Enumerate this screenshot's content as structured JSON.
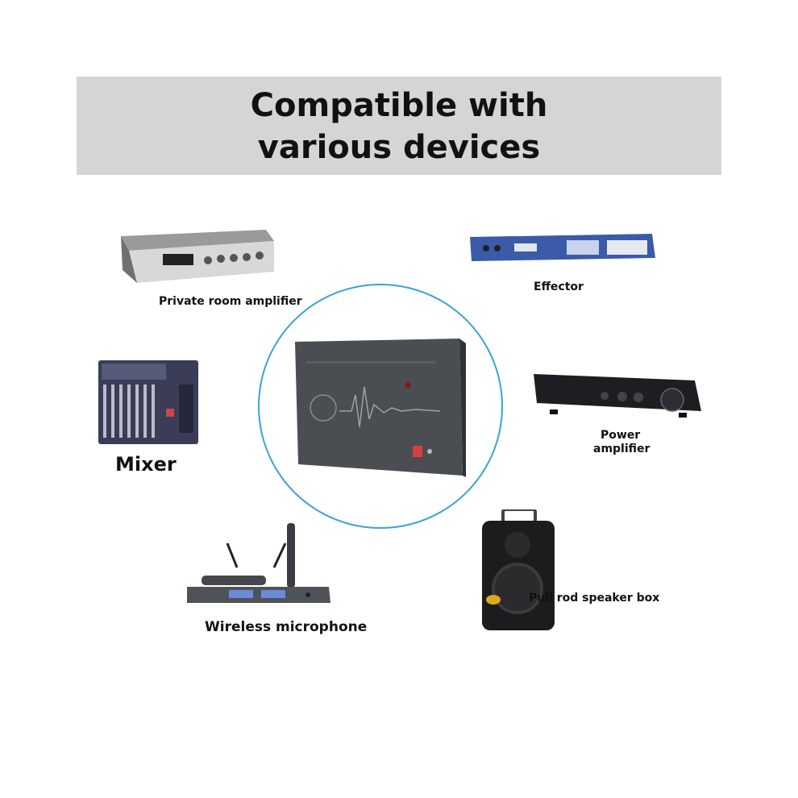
{
  "banner": {
    "title_line1": "Compatible with",
    "title_line2": "various devices"
  },
  "devices": {
    "private_room_amplifier": "Private room amplifier",
    "effector": "Effector",
    "mixer": "Mixer",
    "power_amplifier_line1": "Power",
    "power_amplifier_line2": "amplifier",
    "wireless_microphone": "Wireless microphone",
    "pull_rod_speaker_box": "Pull rod speaker box"
  },
  "colors": {
    "banner_bg": "#d5d5d5",
    "ring": "#3aa3d6",
    "hub_box": "#4a4d52"
  }
}
